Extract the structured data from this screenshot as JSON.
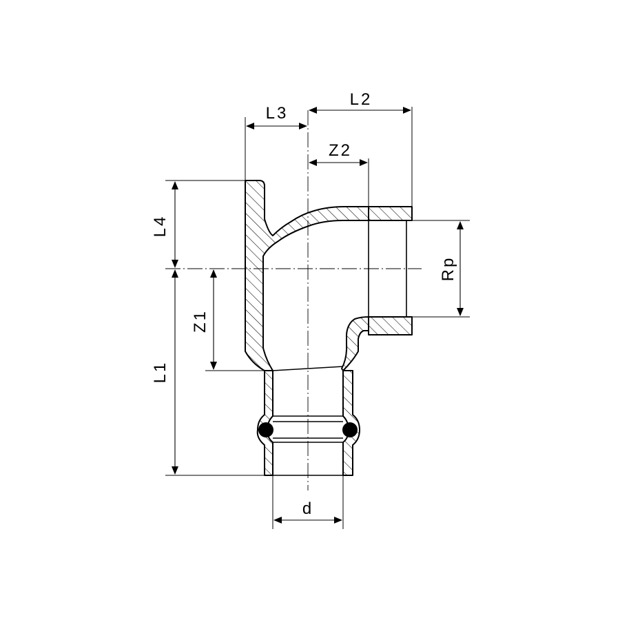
{
  "labels": {
    "L3": "L3",
    "L2": "L2",
    "Z2": "Z2",
    "L4": "L4",
    "L1": "L1",
    "Z1": "Z1",
    "Rp": "Rp",
    "d": "d"
  },
  "colors": {
    "line": "#000000",
    "background": "#ffffff"
  }
}
